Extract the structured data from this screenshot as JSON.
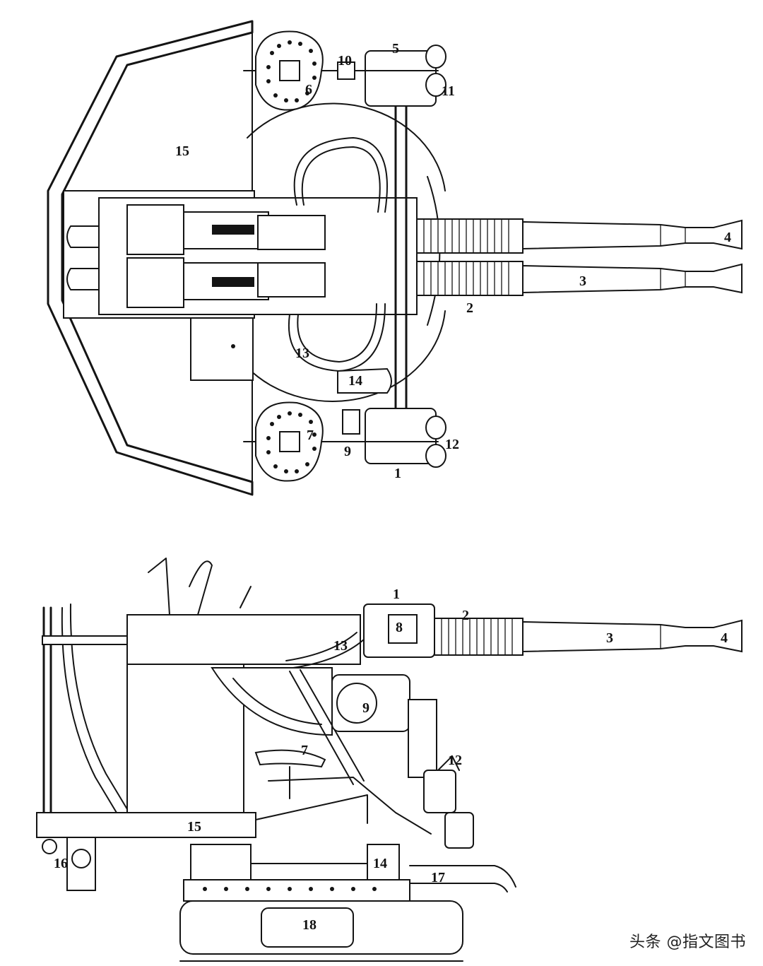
{
  "top_view": {
    "labels": {
      "l1": "1",
      "l2": "2",
      "l3": "3",
      "l4": "4",
      "l5": "5",
      "l6": "6",
      "l7": "7",
      "l9": "9",
      "l10": "10",
      "l11": "11",
      "l12": "12",
      "l13": "13",
      "l14": "14",
      "l15": "15"
    }
  },
  "side_view": {
    "labels": {
      "l1": "1",
      "l2": "2",
      "l3": "3",
      "l4": "4",
      "l7": "7",
      "l8": "8",
      "l9": "9",
      "l12": "12",
      "l13": "13",
      "l14": "14",
      "l15": "15",
      "l16": "16",
      "l17": "17",
      "l18": "18"
    }
  },
  "watermark": "头条 @指文图书"
}
